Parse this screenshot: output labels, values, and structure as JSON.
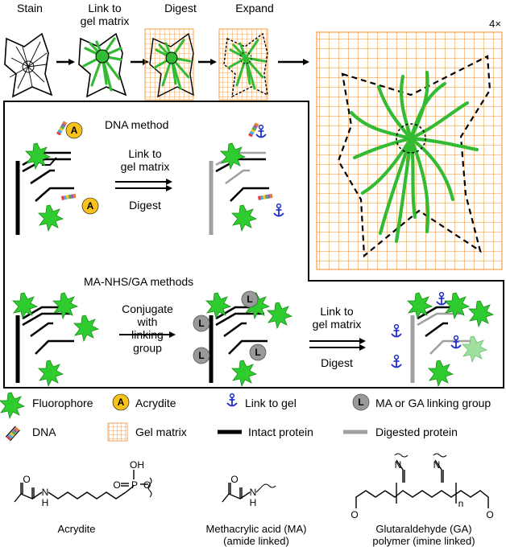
{
  "steps": [
    "Stain",
    "Link to\ngel matrix",
    "Digest",
    "Expand"
  ],
  "expansion_factor": "4×",
  "dna_method": {
    "title": "DNA method",
    "arrow_top": "Link to\ngel matrix",
    "arrow_bottom": "Digest"
  },
  "mags_method": {
    "title": "MA-NHS/GA methods",
    "conjugate_label": "Conjugate\nwith\nlinking\ngroup",
    "arrow_top": "Link to\ngel matrix",
    "arrow_bottom": "Digest"
  },
  "badges": {
    "acrydite": "A",
    "linking": "L"
  },
  "legend": {
    "fluorophore": "Fluorophore",
    "acrydite": "Acrydite",
    "link_to_gel": "Link to gel",
    "linking_group": "MA or GA linking group",
    "dna": "DNA",
    "gel_matrix": "Gel matrix",
    "intact_protein": "Intact protein",
    "digested_protein": "Digested protein"
  },
  "structures": {
    "acrydite": {
      "name": "Acrydite",
      "atoms": [
        "O",
        "N",
        "H",
        "OH",
        "O",
        "P",
        "O"
      ]
    },
    "ma": {
      "name": "Methacrylic acid (MA)\n(amide linked)",
      "atoms": [
        "O",
        "N",
        "H"
      ]
    },
    "ga": {
      "name": "Glutaraldehyde (GA)\npolymer (imine linked)",
      "atoms": [
        "N",
        "N",
        "n",
        "O",
        "O"
      ]
    }
  },
  "colors": {
    "gel": "#f28c28",
    "fluor": "#2ecc2e",
    "fluor_edge": "#1a8c1a",
    "cell_green": "#33bb33",
    "badge_yellow": "#f7c21b",
    "badge_grey": "#999999",
    "anchor": "#1f2fc8",
    "digested": "#a0a0a0"
  }
}
